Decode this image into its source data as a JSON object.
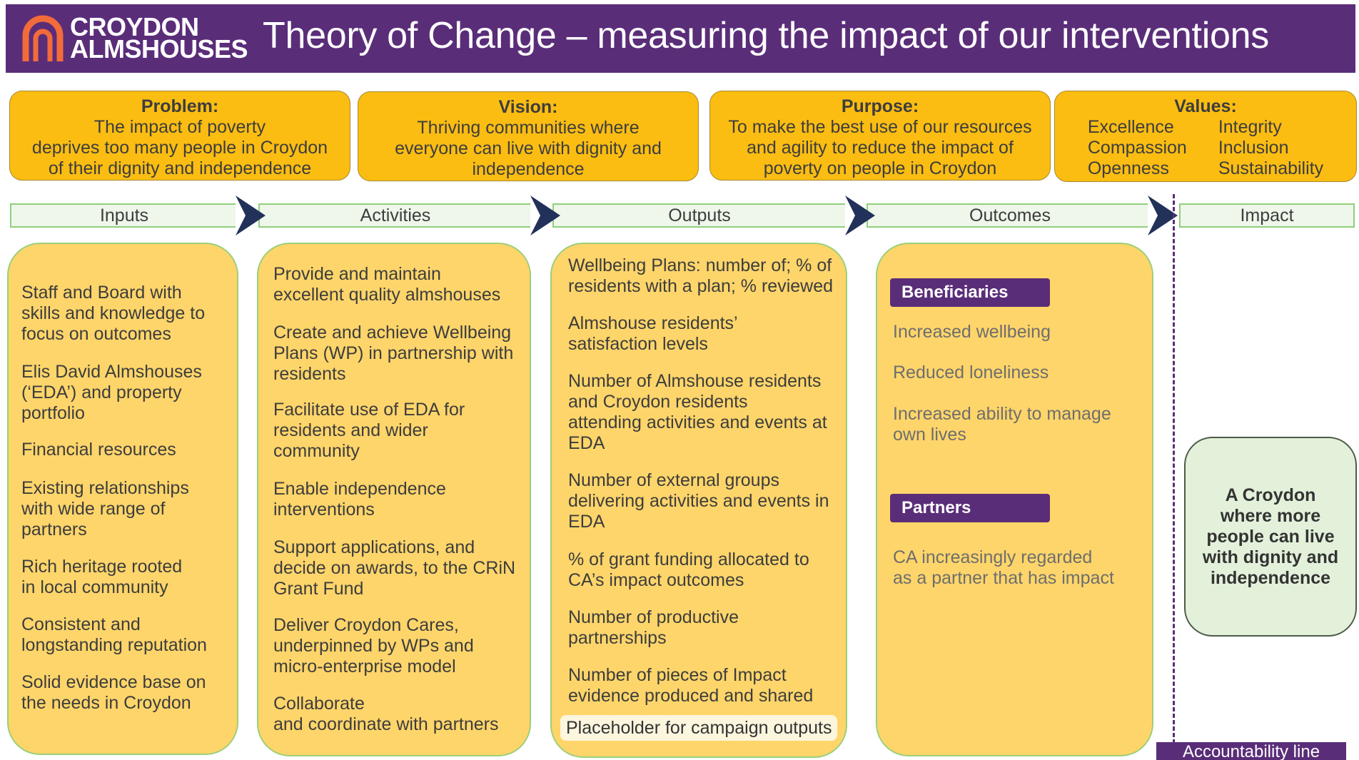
{
  "header": {
    "logo_line1": "CROYDON",
    "logo_line2": "ALMSHOUSES",
    "title": "Theory of Change – measuring the impact of our interventions"
  },
  "problem": {
    "heading": "Problem:",
    "lines": [
      "The impact of poverty",
      "deprives too many people in Croydon",
      "of their dignity and independence"
    ]
  },
  "vision": {
    "heading": "Vision:",
    "lines": [
      "Thriving communities where",
      "everyone can live with dignity and",
      "independence"
    ]
  },
  "purpose": {
    "heading": "Purpose:",
    "lines": [
      "To make the best use of our resources",
      "and agility to reduce the impact of",
      "poverty on people in Croydon"
    ]
  },
  "values": {
    "heading": "Values:",
    "left": [
      "Excellence",
      "Compassion",
      "Openness"
    ],
    "right": [
      "Integrity",
      "Inclusion",
      "Sustainability"
    ]
  },
  "stages": {
    "inputs": "Inputs",
    "activities": "Activities",
    "outputs": "Outputs",
    "outcomes": "Outcomes",
    "impact": "Impact"
  },
  "inputs": [
    [
      "Staff and Board with",
      "skills and knowledge to",
      "focus on outcomes"
    ],
    [
      "Elis David Almshouses",
      "(‘EDA’) and property",
      "portfolio"
    ],
    [
      "Financial resources"
    ],
    [
      "Existing relationships",
      "with wide range of",
      "partners"
    ],
    [
      "Rich heritage rooted",
      "in local community"
    ],
    [
      "Consistent and",
      "longstanding reputation"
    ],
    [
      "Solid evidence base on",
      "the needs in Croydon"
    ]
  ],
  "activities": [
    [
      "Provide and maintain",
      "excellent quality almshouses"
    ],
    [
      "Create and achieve Wellbeing",
      "Plans (WP) in partnership with",
      "residents"
    ],
    [
      "Facilitate use of EDA for",
      "residents and wider",
      "community"
    ],
    [
      "Enable independence",
      "interventions"
    ],
    [
      "Support applications, and",
      "decide on awards, to the CRiN",
      "Grant Fund"
    ],
    [
      "Deliver Croydon Cares,",
      "underpinned by WPs and",
      "micro-enterprise model"
    ],
    [
      "Collaborate",
      "and coordinate with partners"
    ]
  ],
  "outputs": [
    [
      "Wellbeing Plans: number of; % of",
      "residents with a plan; % reviewed"
    ],
    [
      "Almshouse residents’",
      "satisfaction levels"
    ],
    [
      "Number of Almshouse residents",
      "and Croydon residents",
      "attending activities and events at",
      "EDA"
    ],
    [
      "Number of external groups",
      "delivering activities and events in",
      "EDA"
    ],
    [
      "% of grant funding allocated to",
      "CA’s impact outcomes"
    ],
    [
      "Number of productive",
      "partnerships"
    ],
    [
      "Number of pieces of Impact",
      "evidence produced and shared"
    ]
  ],
  "outputs_placeholder": "Placeholder for campaign outputs",
  "outcomes": {
    "beneficiaries_tag": "Beneficiaries",
    "beneficiaries": [
      [
        "Increased wellbeing"
      ],
      [
        "Reduced loneliness"
      ],
      [
        "Increased ability to manage",
        "own lives"
      ]
    ],
    "partners_tag": "Partners",
    "partners": [
      [
        "CA increasingly regarded",
        "as a partner that has impact"
      ]
    ]
  },
  "impact": {
    "lines": [
      "A Croydon",
      "where more",
      "people can live",
      "with dignity and",
      "independence"
    ]
  },
  "accountability_line": "Accountability line",
  "colors": {
    "purple": "#5a2d79",
    "gold": "#fbbd12",
    "light_gold": "#fed56a",
    "green_border": "#8fcf7c",
    "navy_arrow": "#223159",
    "impact_fill": "#e3f1da"
  }
}
